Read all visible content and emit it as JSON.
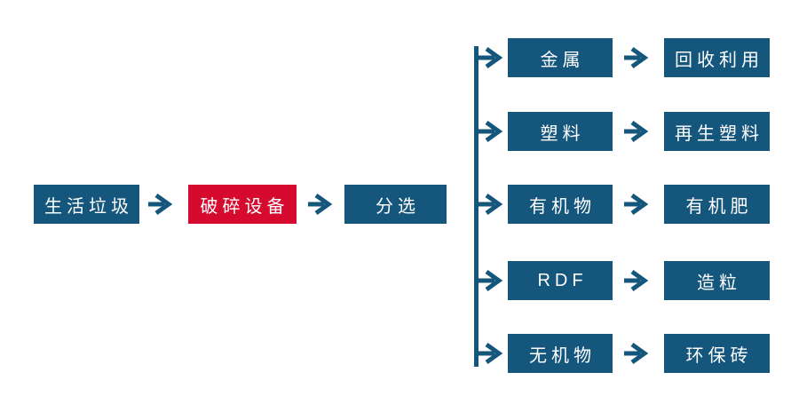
{
  "colors": {
    "node_blue": "#15567D",
    "node_red": "#D50A2E",
    "connector": "#15567D",
    "node_text": "#FFFFFF",
    "background": "#FFFFFF"
  },
  "icons": {
    "arrow_right": "→"
  },
  "main_flow": [
    {
      "label": "生活垃圾",
      "style": "blue"
    },
    {
      "label": "破碎设备",
      "style": "red"
    },
    {
      "label": "分选",
      "style": "blue"
    }
  ],
  "branches": [
    {
      "category": "金属",
      "outcome": "回收利用"
    },
    {
      "category": "塑料",
      "outcome": "再生塑料"
    },
    {
      "category": "有机物",
      "outcome": "有机肥"
    },
    {
      "category": "RDF",
      "outcome": "造粒"
    },
    {
      "category": "无机物",
      "outcome": "环保砖"
    }
  ]
}
